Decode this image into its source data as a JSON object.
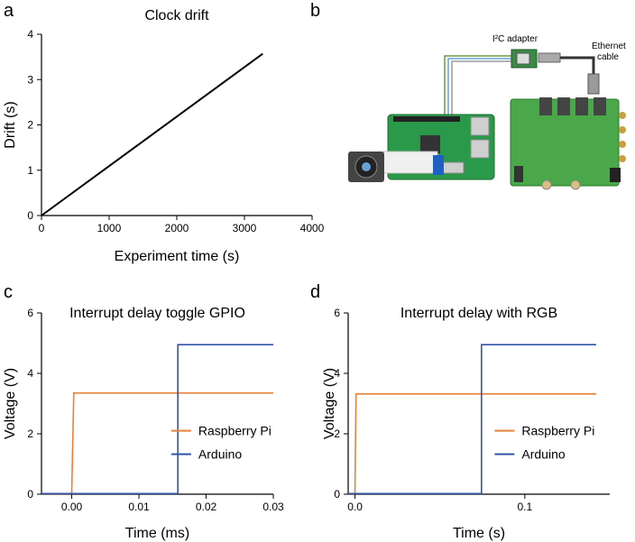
{
  "panels": {
    "a": "a",
    "b": "b",
    "c": "c",
    "d": "d"
  },
  "diagram": {
    "i2c_label": "I²C adapter",
    "ethernet_label_1": "Ethernet",
    "ethernet_label_2": "cable",
    "pi_color": "#2a9a4a",
    "board_color": "#4aa84a"
  },
  "colors": {
    "raspberry": "#e8823a",
    "arduino": "#3355a5",
    "line": "#000000"
  },
  "chart_data": [
    {
      "id": "a",
      "type": "line",
      "title": "Clock drift",
      "xlabel": "Experiment time (s)",
      "ylabel": "Drift (s)",
      "xlim": [
        0,
        4000
      ],
      "ylim": [
        0,
        4
      ],
      "xticks": [
        "0",
        "1000",
        "2000",
        "3000",
        "4000"
      ],
      "yticks": [
        "0",
        "1",
        "2",
        "3",
        "4"
      ],
      "series": [
        {
          "x": [
            0,
            3270
          ],
          "y": [
            0,
            3.57
          ]
        }
      ]
    },
    {
      "id": "c",
      "type": "line",
      "title": "Interrupt delay toggle GPIO",
      "xlabel": "Time (ms)",
      "ylabel": "Voltage (V)",
      "xlim": [
        -0.0045,
        0.03
      ],
      "ylim": [
        0,
        6
      ],
      "xticks": [
        "0.00",
        "0.01",
        "0.02",
        "0.03"
      ],
      "yticks": [
        "0",
        "2",
        "4",
        "6"
      ],
      "legend_position": "center-right",
      "series": [
        {
          "name": "Raspberry Pi",
          "x": [
            -0.0045,
            0.0,
            0.0003,
            0.03
          ],
          "y": [
            0.02,
            0.02,
            3.35,
            3.35
          ]
        },
        {
          "name": "Arduino",
          "x": [
            -0.0045,
            0.0158,
            0.0158,
            0.03
          ],
          "y": [
            0.02,
            0.02,
            4.95,
            4.95
          ]
        }
      ]
    },
    {
      "id": "d",
      "type": "line",
      "title": "Interrupt delay with RGB",
      "xlabel": "Time (s)",
      "ylabel": "Voltage (V)",
      "xlim": [
        -0.004,
        0.15
      ],
      "ylim": [
        0,
        6
      ],
      "xticks": [
        "0.0",
        "0.1"
      ],
      "yticks": [
        "0",
        "2",
        "4",
        "6"
      ],
      "legend_position": "center-right",
      "series": [
        {
          "name": "Raspberry Pi",
          "x": [
            -0.004,
            0.0,
            0.0006,
            0.142
          ],
          "y": [
            0.02,
            0.02,
            3.32,
            3.32
          ]
        },
        {
          "name": "Arduino",
          "x": [
            -0.004,
            0.0745,
            0.0745,
            0.142
          ],
          "y": [
            0.02,
            0.02,
            4.95,
            4.95
          ]
        }
      ]
    }
  ]
}
